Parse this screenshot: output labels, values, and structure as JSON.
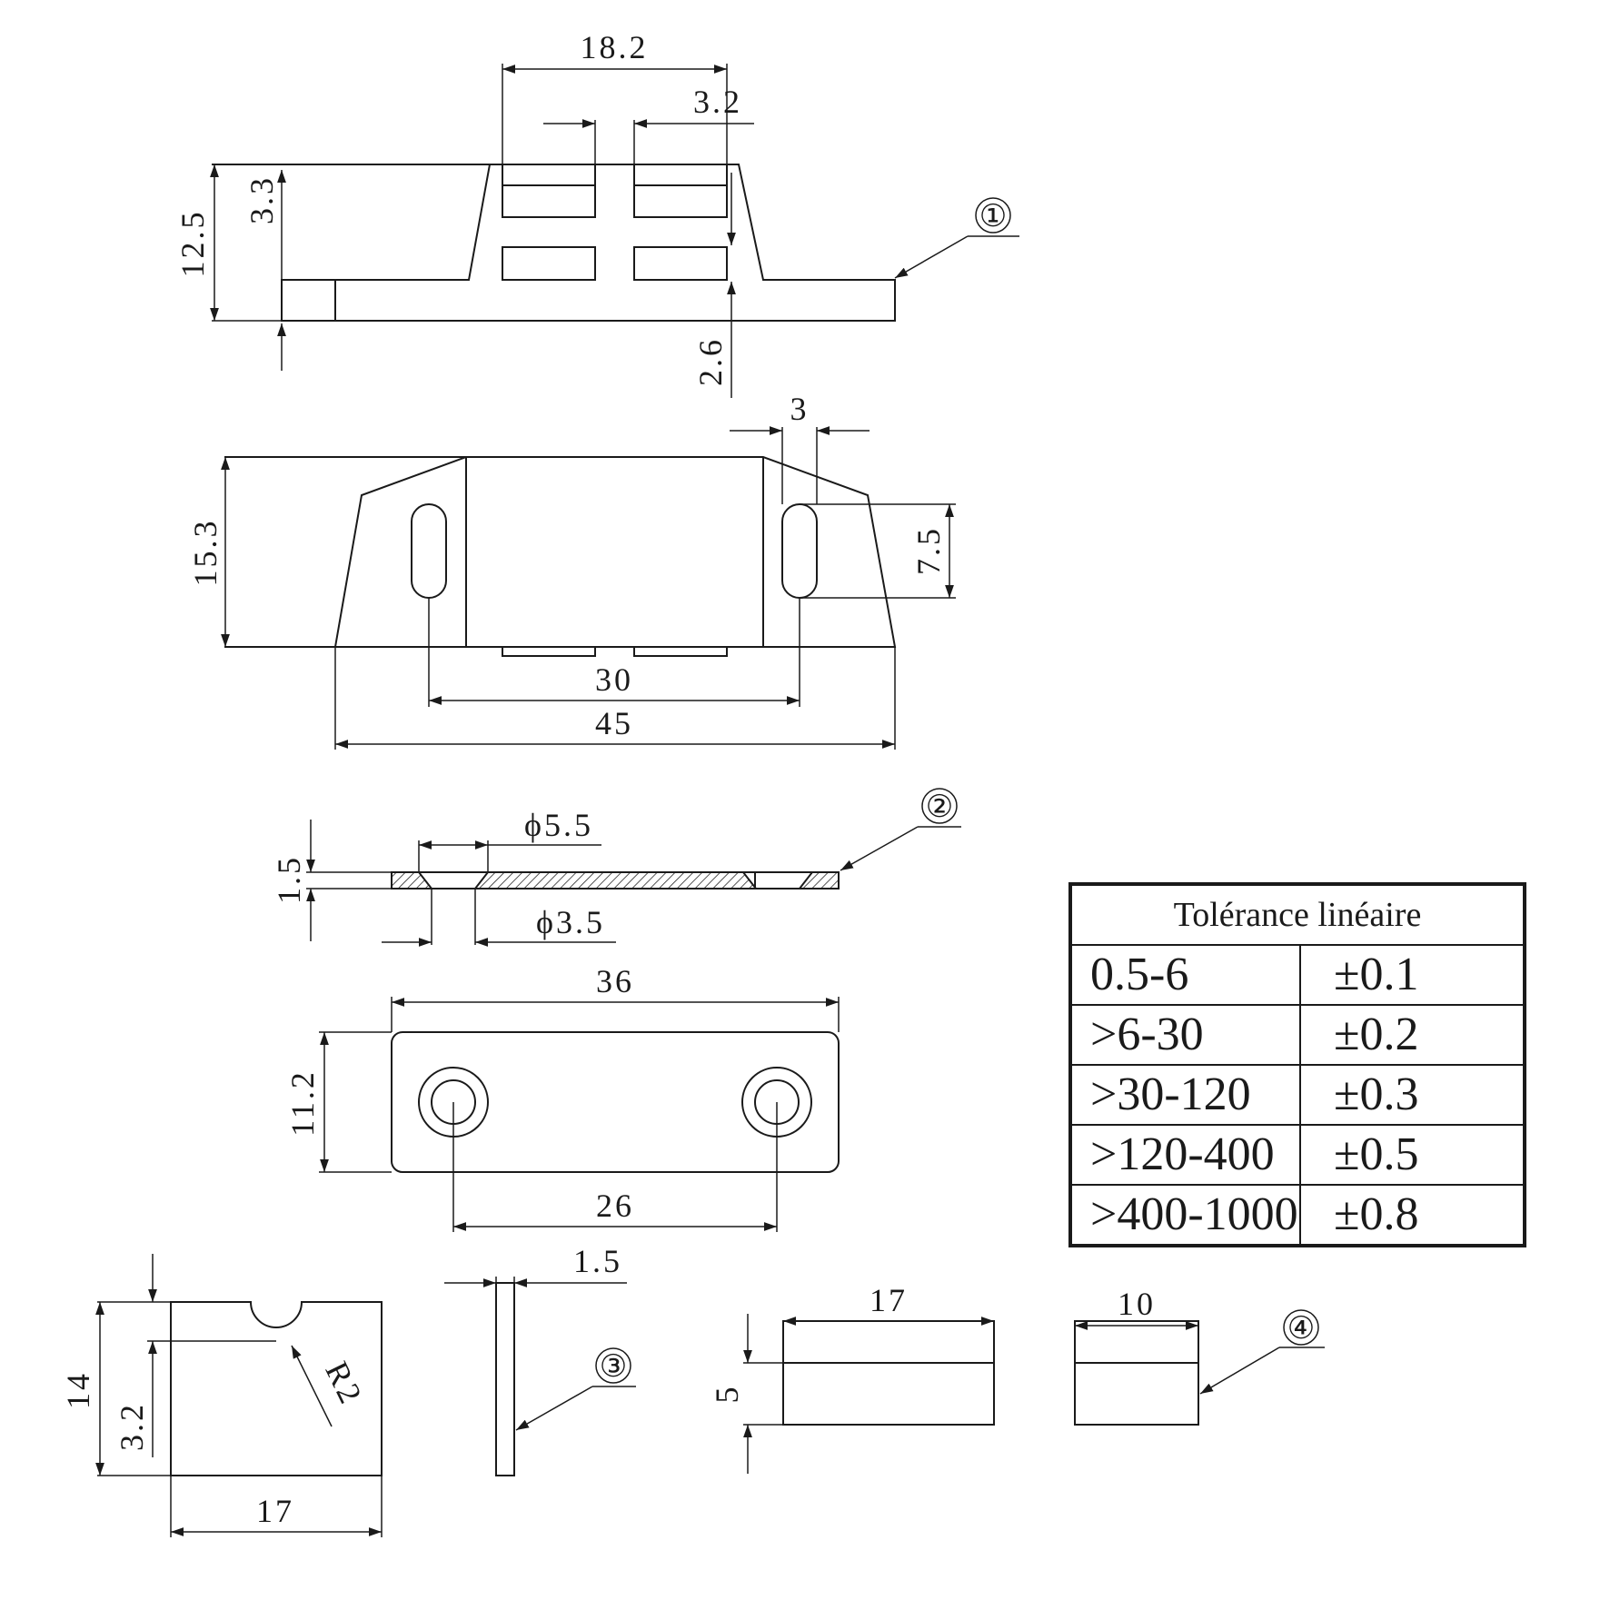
{
  "dims": {
    "d18_2": "18.2",
    "d3_2_top": "3.2",
    "d3_3": "3.3",
    "d12_5": "12.5",
    "d2_6": "2.6",
    "d3_top": "3",
    "d15_3": "15.3",
    "d7_5": "7.5",
    "d30": "30",
    "d45": "45",
    "d5_5": "ϕ5.5",
    "d3_5": "ϕ3.5",
    "d1_5_plate": "1.5",
    "d36": "36",
    "d11_2": "11.2",
    "d26": "26",
    "d14": "14",
    "d3_2_side": "3.2",
    "r2": "R2",
    "d17_left": "17",
    "d1_5_thin": "1.5",
    "d17_mag": "17",
    "d5": "5",
    "d10": "10"
  },
  "callouts": [
    "①",
    "②",
    "③",
    "④"
  ],
  "table": {
    "header": "Tolérance linéaire",
    "rows": [
      {
        "range": "0.5-6",
        "tol": "±0.1"
      },
      {
        "range": ">6-30",
        "tol": "±0.2"
      },
      {
        "range": ">30-120",
        "tol": "±0.3"
      },
      {
        "range": ">120-400",
        "tol": "±0.5"
      },
      {
        "range": ">400-1000",
        "tol": "±0.8"
      }
    ]
  }
}
